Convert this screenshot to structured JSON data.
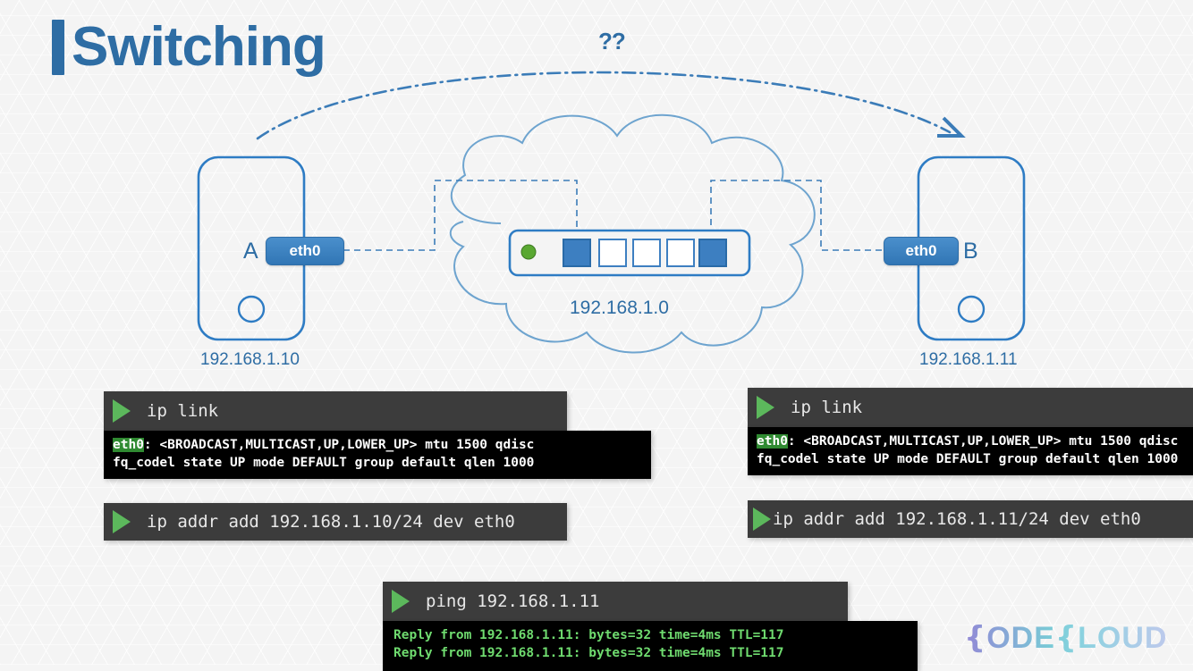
{
  "slide": {
    "title": "Switching",
    "accent_color": "#2e6da4",
    "background_color": "#f4f4f4"
  },
  "diagram": {
    "question_label": "??",
    "cloud_label": "192.168.1.0",
    "host_a": {
      "letter": "A",
      "interface": "eth0",
      "ip": "192.168.1.10"
    },
    "host_b": {
      "letter": "B",
      "interface": "eth0",
      "ip": "192.168.1.11"
    },
    "switch": {
      "led_color": "#5aa832",
      "ports": [
        {
          "index": 1,
          "state": "active"
        },
        {
          "index": 2,
          "state": "empty"
        },
        {
          "index": 3,
          "state": "empty"
        },
        {
          "index": 4,
          "state": "empty"
        },
        {
          "index": 5,
          "state": "active"
        }
      ]
    }
  },
  "terminals": {
    "a_link": {
      "command": "ip link",
      "output_device": "eth0",
      "output_line1": ": <BROADCAST,MULTICAST,UP,LOWER_UP> mtu 1500 qdisc",
      "output_line2": "fq_codel state UP mode DEFAULT group default qlen 1000"
    },
    "a_addr": {
      "command": "ip addr add 192.168.1.10/24 dev eth0"
    },
    "b_link": {
      "command": "ip link",
      "output_device": "eth0",
      "output_line1": ": <BROADCAST,MULTICAST,UP,LOWER_UP> mtu 1500 qdisc",
      "output_line2": "fq_codel state UP mode DEFAULT group default qlen 1000"
    },
    "b_addr": {
      "command": "ip addr add 192.168.1.11/24 dev eth0"
    },
    "ping": {
      "command": "ping 192.168.1.11",
      "reply1": "Reply from 192.168.1.11: bytes=32 time=4ms TTL=117",
      "reply2": "Reply from 192.168.1.11: bytes=32 time=4ms TTL=117"
    }
  },
  "logo": {
    "brace1": "{",
    "word1": "ODE",
    "brace2": "{",
    "word2": "LOUD"
  }
}
